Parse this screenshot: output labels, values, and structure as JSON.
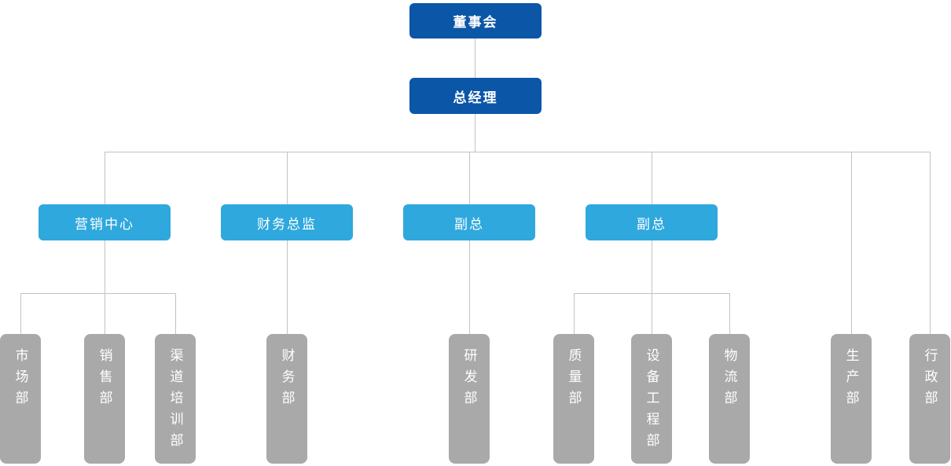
{
  "colors": {
    "level1": "#0c56a8",
    "level3": "#2fa8dd",
    "dept": "#a9a9a9",
    "line": "#c2c2c2",
    "text": "#ffffff"
  },
  "org": {
    "board": {
      "label": "董事会"
    },
    "general_manager": {
      "label": "总经理"
    },
    "managers": [
      {
        "label": "营销中心"
      },
      {
        "label": "财务总监"
      },
      {
        "label": "副总"
      },
      {
        "label": "副总"
      }
    ],
    "departments": [
      {
        "label": "市场部"
      },
      {
        "label": "销售部"
      },
      {
        "label": "渠道培训部"
      },
      {
        "label": "财务部"
      },
      {
        "label": "研发部"
      },
      {
        "label": "质量部"
      },
      {
        "label": "设备工程部"
      },
      {
        "label": "物流部"
      },
      {
        "label": "生产部"
      },
      {
        "label": "行政部"
      }
    ]
  }
}
